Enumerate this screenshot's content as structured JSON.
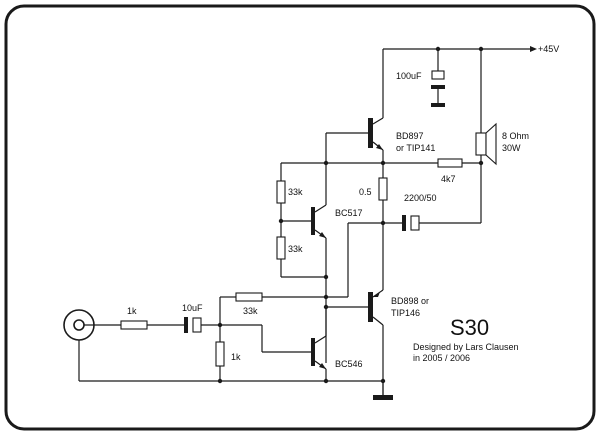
{
  "supply": {
    "label": "+45V"
  },
  "components": {
    "c_supply": "100uF",
    "q_upper": {
      "part": "BD897",
      "alt": "or TIP141"
    },
    "speaker": {
      "impedance": "8 Ohm",
      "power": "30W"
    },
    "r_4k7": "4k7",
    "r_33k_top": "33k",
    "r_05": "0.5",
    "q_bc517": "BC517",
    "c_output": "2200/50",
    "r_33k_mid": "33k",
    "q_lower": {
      "part": "BD898 or",
      "alt": "TIP146"
    },
    "r_33k_fb": "33k",
    "r_1k_in": "1k",
    "c_input": "10uF",
    "r_1k_bias": "1k",
    "q_bc546": "BC546"
  },
  "title": {
    "name": "S30",
    "credit": "Designed by Lars Clausen",
    "years": "in 2005 / 2006"
  }
}
